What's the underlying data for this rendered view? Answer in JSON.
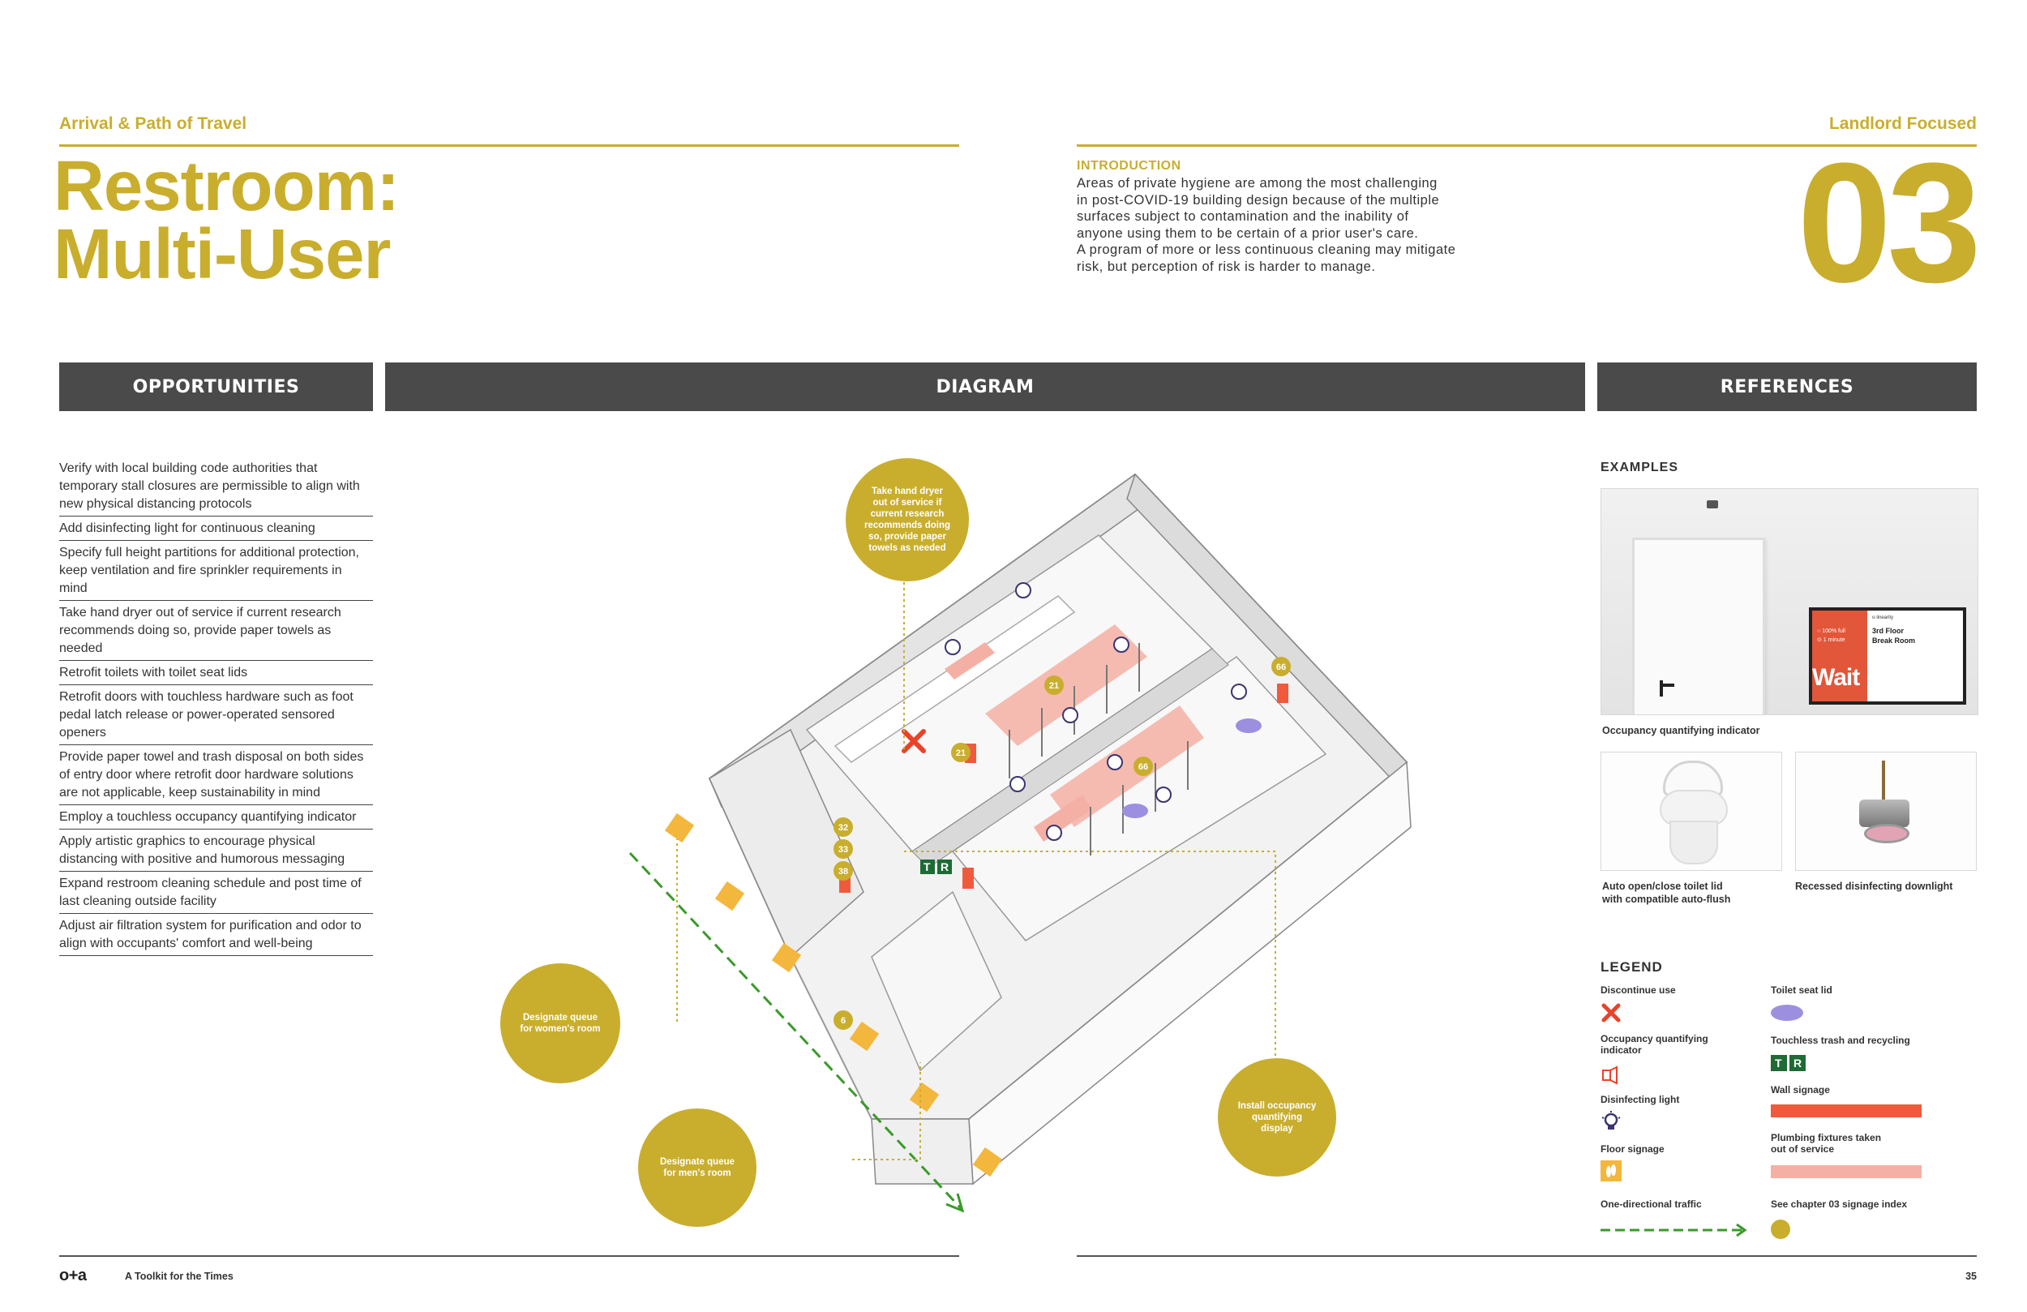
{
  "header": {
    "section": "Arrival & Path of Travel",
    "title_line1": "Restroom:",
    "title_line2": "Multi-User",
    "focus": "Landlord Focused",
    "number": "03"
  },
  "intro": {
    "heading": "INTRODUCTION",
    "lines": [
      "Areas of private hygiene are among the most challenging",
      "in post-COVID-19 building design because of the multiple",
      "surfaces subject to contamination and the inability of",
      "anyone using them to be certain of a prior user's care.",
      "A program of more or less continuous cleaning may mitigate",
      "risk, but perception of risk is harder to manage."
    ]
  },
  "sections": {
    "opportunities": "OPPORTUNITIES",
    "diagram": "DIAGRAM",
    "references": "REFERENCES"
  },
  "opportunities": [
    "Verify with local building code authorities that temporary stall closures are permissible to align with new physical distancing protocols",
    "Add disinfecting light for continuous cleaning",
    "Specify full height partitions for additional protection, keep ventilation and fire sprinkler requirements in mind",
    "Take hand dryer out of service if current research recommends doing so, provide paper towels as needed",
    "Retrofit toilets with toilet seat lids",
    "Retrofit doors with touchless hardware such as foot pedal latch release or power-operated sensored openers",
    "Provide paper towel and trash disposal on both sides of entry door where retrofit door hardware solutions are not applicable, keep sustainability in mind",
    "Employ a touchless occupancy quantifying indicator",
    "Apply artistic graphics to encourage physical distancing with positive and humorous messaging",
    "Expand restroom cleaning schedule and post time of last cleaning outside facility",
    "Adjust air filtration system for purification and odor to align with occupants' comfort and well-being"
  ],
  "diagram": {
    "callouts": {
      "hand_dryer": "Take hand dryer out of service if current research recommends doing so, provide paper towels as needed",
      "queue_women": "Designate queue for women's room",
      "queue_men": "Designate queue for men's room",
      "occupancy_display": "Install occupancy quantifying display"
    },
    "markers": [
      "21",
      "21",
      "66",
      "66",
      "32",
      "33",
      "38",
      "6"
    ],
    "signage_letters": [
      "T",
      "R"
    ]
  },
  "references": {
    "examples_heading": "EXAMPLES",
    "screen": {
      "status_1": "○ 100% full",
      "status_2": "⊙ 1 minute",
      "title": "3rd Floor",
      "subtitle": "Break Room",
      "word": "Wait",
      "brand": "o·linearity"
    },
    "captions": {
      "occupancy": "Occupancy quantifying indicator",
      "toilet_line1": "Auto open/close toilet lid",
      "toilet_line2": "with compatible auto-flush",
      "downlight": "Recessed disinfecting downlight"
    }
  },
  "legend": {
    "heading": "LEGEND",
    "items": {
      "discontinue": "Discontinue use",
      "occupancy_line1": "Occupancy quantifying",
      "occupancy_line2": "indicator",
      "disinfecting": "Disinfecting light",
      "floor_signage": "Floor signage",
      "one_directional": "One-directional traffic",
      "toilet_seat_lid": "Toilet seat lid",
      "touchless_trash": "Touchless trash and recycling",
      "wall_signage": "Wall signage",
      "plumbing_line1": "Plumbing fixtures taken",
      "plumbing_line2": "out of service",
      "chapter_index": "See chapter 03 signage index"
    },
    "colors": {
      "gold": "#c9ae2e",
      "wall_signage": "#f05a3c",
      "plumbing": "#f5b0a5",
      "traffic": "#3a9a2a",
      "trash_green": "#1e6b35",
      "seat_lid": "#9d8fe0",
      "discontinue": "#e8432a"
    }
  },
  "footer": {
    "logo": "o+a",
    "publication": "A Toolkit for the Times",
    "page": "35"
  }
}
